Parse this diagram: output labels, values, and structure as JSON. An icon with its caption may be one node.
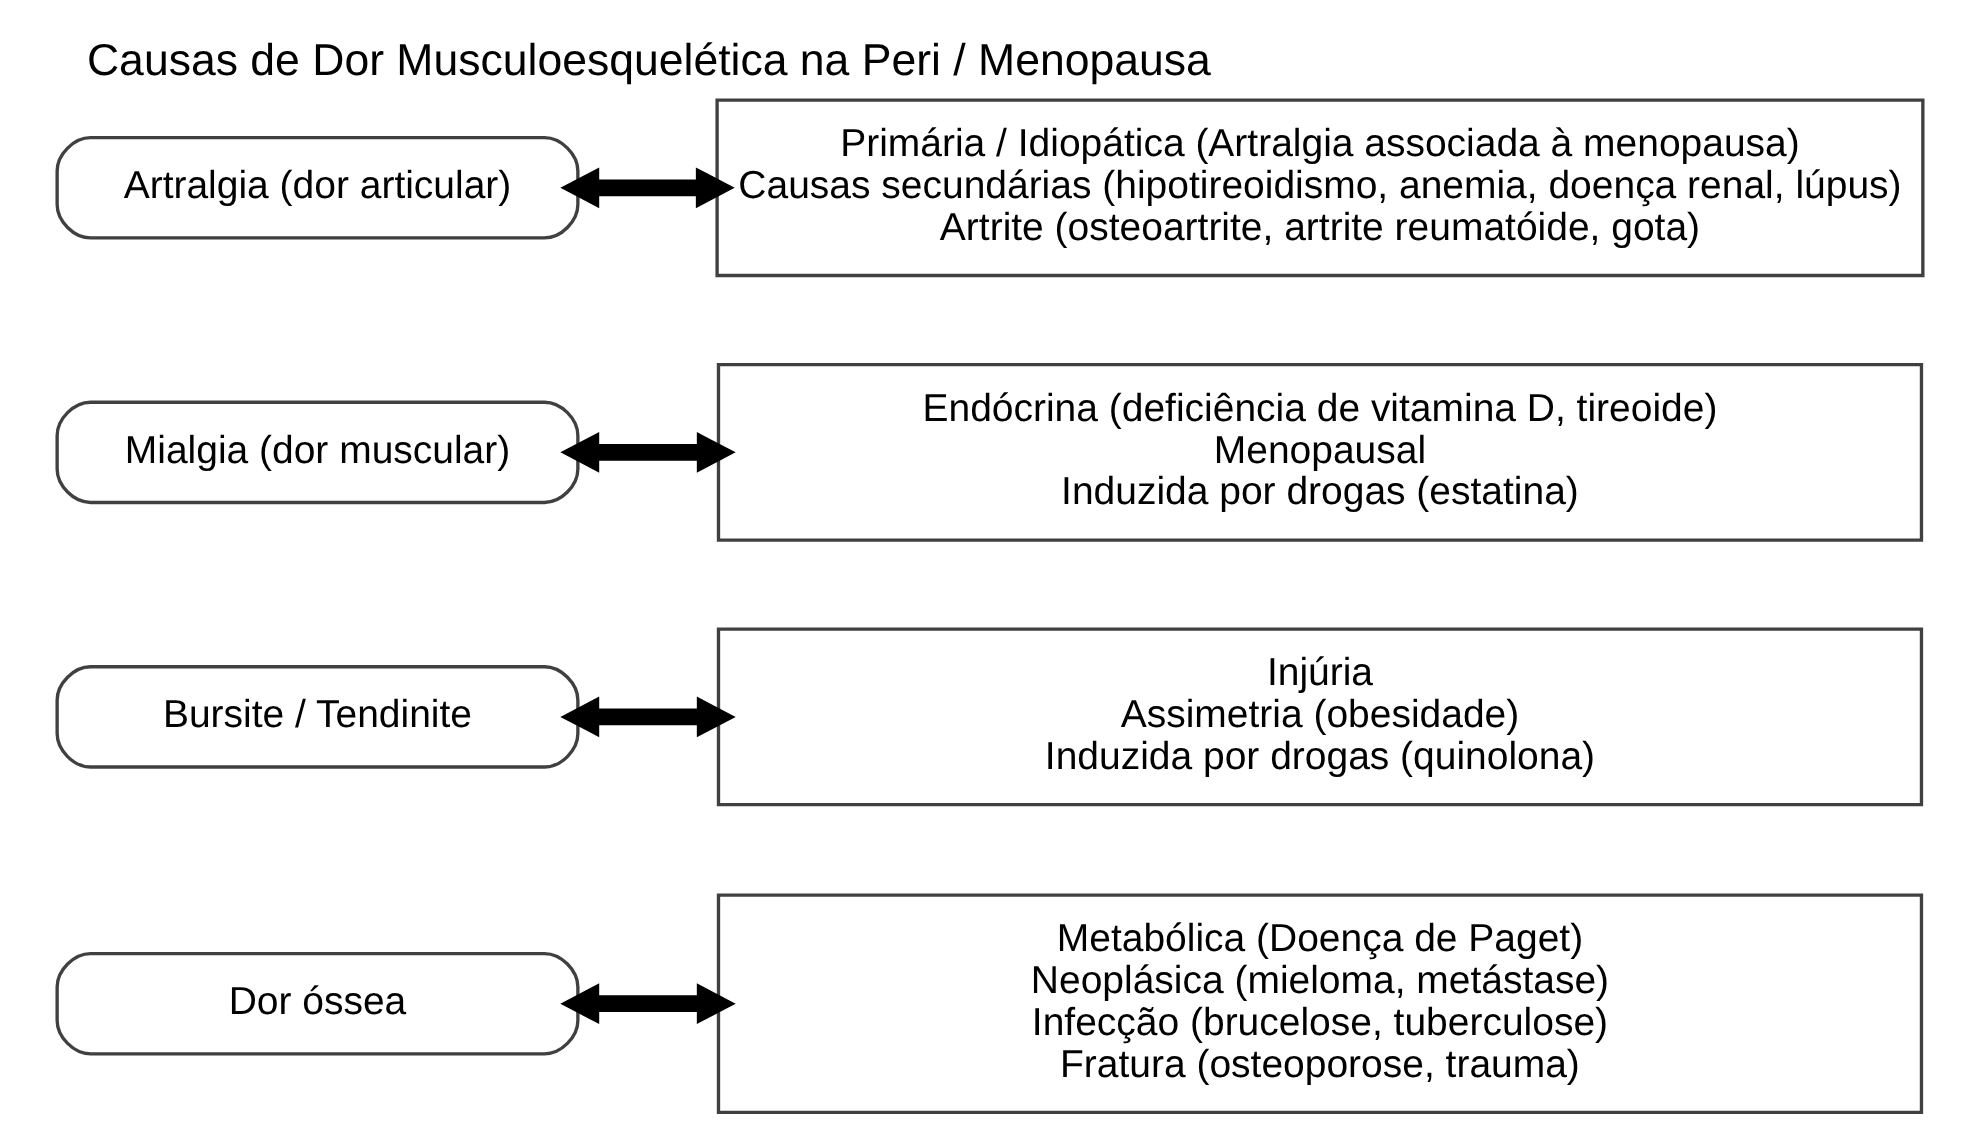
{
  "diagram": {
    "title": "Causas de Dor Musculoesquelética na Peri / Menopausa",
    "nodes": [
      {
        "text": [
          "Artralgia (dor articular)"
        ]
      },
      {
        "text": [
          "Primária / Idiopática (Artralgia associada à menopausa)",
          "Causas secundárias (hipotireoidismo, anemia, doença renal, lúpus)",
          "Artrite (osteoartrite, artrite reumatóide, gota)"
        ]
      },
      {
        "text": [
          "Mialgia (dor muscular)"
        ]
      },
      {
        "text": [
          "Endócrina (deficiência de vitamina D, tireoide)",
          "Menopausal",
          "Induzida por drogas (estatina)"
        ]
      },
      {
        "text": [
          "Bursite / Tendinite"
        ]
      },
      {
        "text": [
          "Injúria",
          "Assimetria (obesidade)",
          "Induzida por drogas (quinolona)"
        ]
      },
      {
        "text": [
          "Dor óssea"
        ]
      },
      {
        "text": [
          "Metabólica (Doença de Paget)",
          "Neoplásica (mieloma, metástase)",
          "Infecção (brucelose, tuberculose)",
          "Fratura (osteoporose, trauma)"
        ]
      }
    ],
    "edges": [
      {
        "from": 0,
        "to": 1,
        "arrow": "both"
      },
      {
        "from": 2,
        "to": 3,
        "arrow": "both"
      },
      {
        "from": 4,
        "to": 5,
        "arrow": "both"
      },
      {
        "from": 6,
        "to": 7,
        "arrow": "both"
      }
    ]
  }
}
